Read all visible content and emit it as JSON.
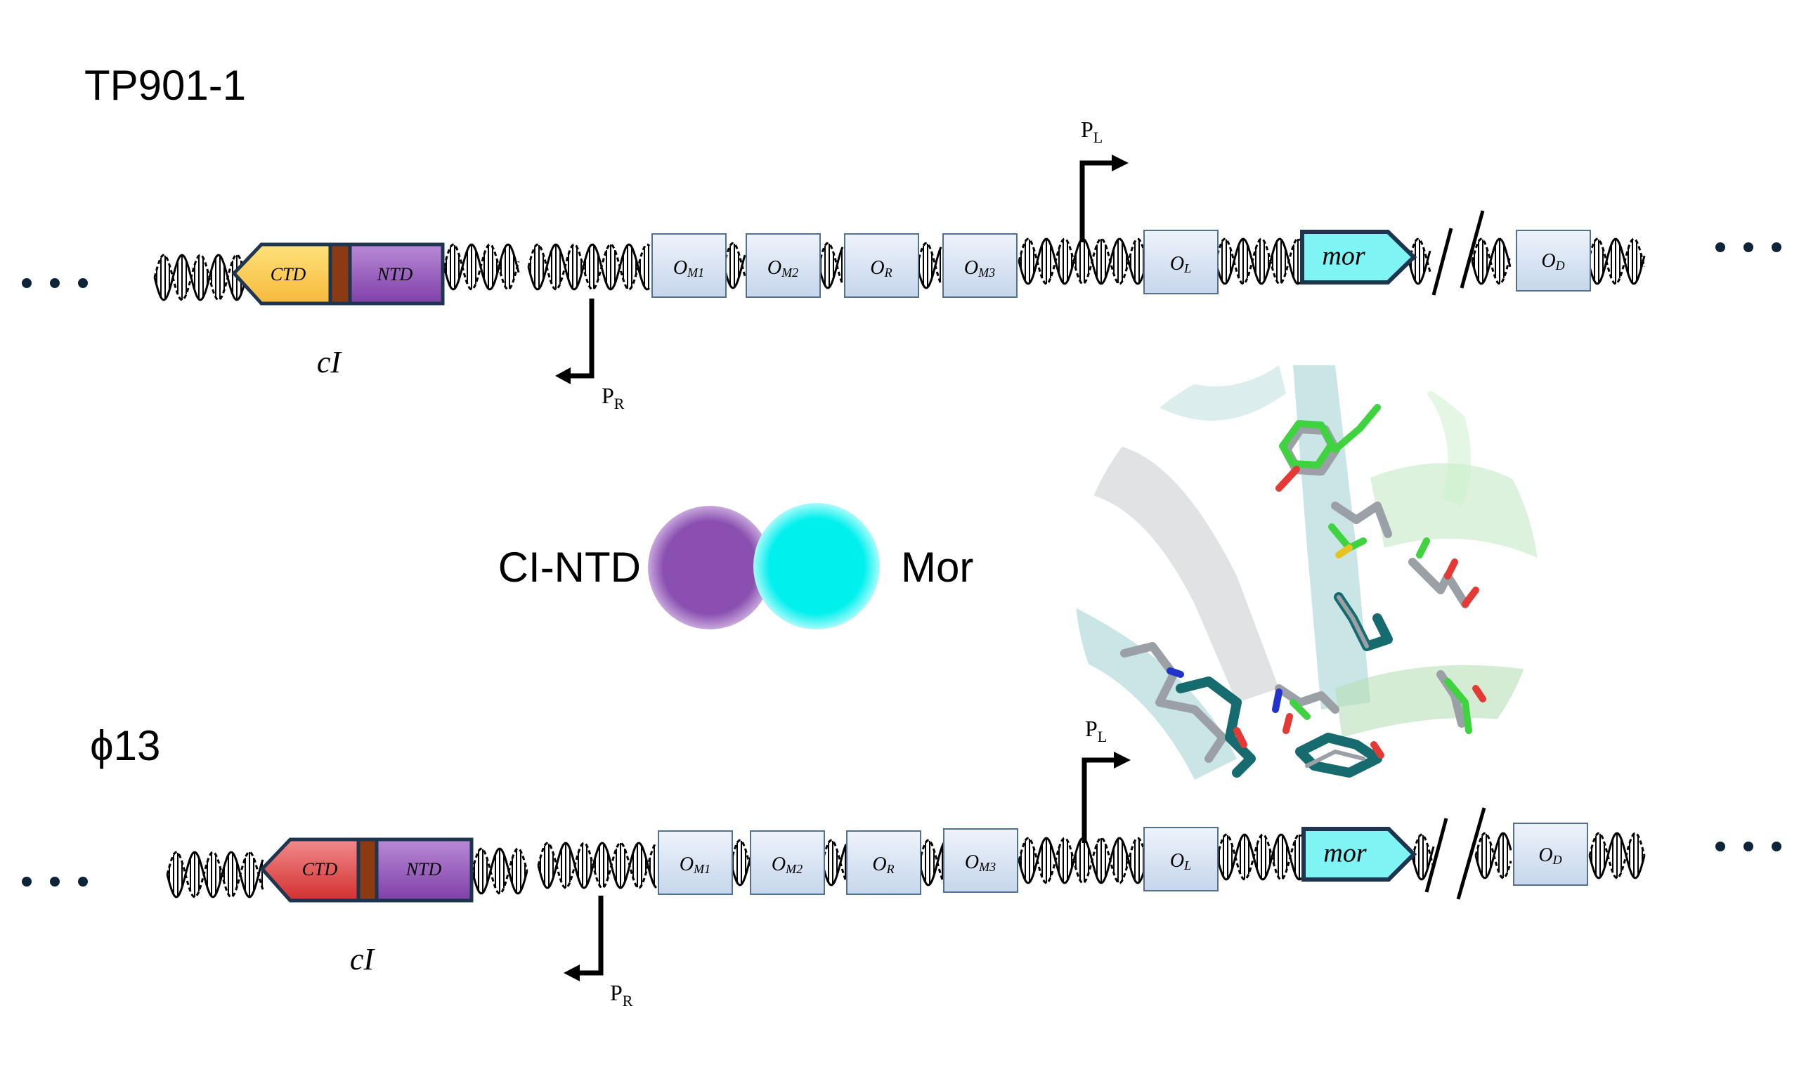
{
  "panels": [
    {
      "title": "TP901-1",
      "ctd_label": "CTD",
      "ntd_label": "NTD",
      "ctd_color": "#ffd54a",
      "gene_label": "cI",
      "operators": {
        "om1": {
          "main": "O",
          "sub": "M1"
        },
        "om2": {
          "main": "O",
          "sub": "M2"
        },
        "or": {
          "main": "O",
          "sub": "R"
        },
        "om3": {
          "main": "O",
          "sub": "M3"
        },
        "ol": {
          "main": "O",
          "sub": "L"
        },
        "od": {
          "main": "O",
          "sub": "D"
        }
      },
      "pl": {
        "main": "P",
        "sub": "L"
      },
      "pr": {
        "main": "P",
        "sub": "R"
      },
      "mor_label": "mor"
    },
    {
      "title": "ϕ13",
      "ctd_label": "CTD",
      "ntd_label": "NTD",
      "ctd_color": "#e53935",
      "gene_label": "cI",
      "operators": {
        "om1": {
          "main": "O",
          "sub": "M1"
        },
        "om2": {
          "main": "O",
          "sub": "M2"
        },
        "or": {
          "main": "O",
          "sub": "R"
        },
        "om3": {
          "main": "O",
          "sub": "M3"
        },
        "ol": {
          "main": "O",
          "sub": "L"
        },
        "od": {
          "main": "O",
          "sub": "D"
        }
      },
      "pl": {
        "main": "P",
        "sub": "L"
      },
      "pr": {
        "main": "P",
        "sub": "R"
      },
      "mor_label": "mor"
    }
  ],
  "complex": {
    "left_label": "CI-NTD",
    "right_label": "Mor",
    "left_color": "#8a4fb1",
    "right_color": "#00f0ee"
  },
  "colors": {
    "ntd": "#9b59c4",
    "linker": "#8b3a12",
    "operator_fill": "#dbe6f4",
    "mor_fill": "#7ff4f4",
    "border": "#1e3550"
  }
}
